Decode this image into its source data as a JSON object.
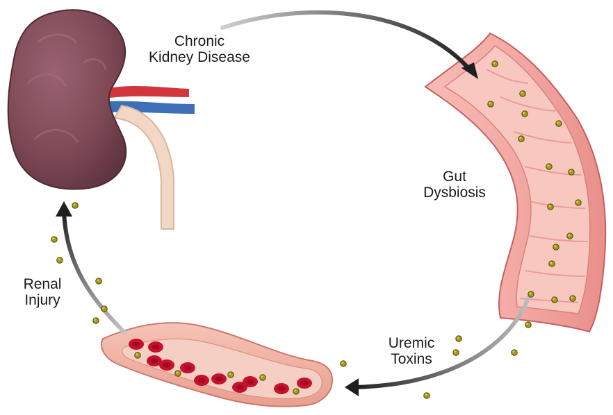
{
  "labels": {
    "ckd": [
      "Chronic",
      "Kidney Disease"
    ],
    "gut": [
      "Gut",
      "Dysbiosis"
    ],
    "uremic": [
      "Uremic",
      "Toxins"
    ],
    "renal": [
      "Renal",
      "Injury"
    ]
  },
  "colors": {
    "kidney": "#7f4a56",
    "kidney_dark": "#5e3440",
    "artery": "#d2353c",
    "vein": "#3d6fb8",
    "ureter": "#f1d7c4",
    "gut_wall": "#f3a9a3",
    "gut_inner": "#f8c8c0",
    "vessel_wall": "#f2b4a6",
    "rbc": "#c8102e",
    "toxin": "#9a8a13",
    "arrow": "#2a2a2a"
  },
  "icons": [
    "kidney-illustration",
    "intestine-illustration",
    "blood-vessel-illustration",
    "toxin-particle-icon",
    "cycle-arrow-icon"
  ]
}
